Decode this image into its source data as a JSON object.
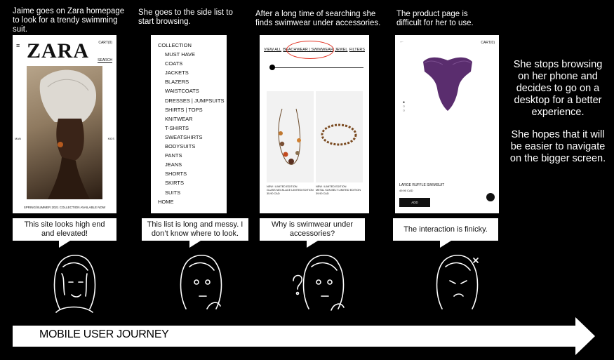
{
  "steps": [
    {
      "caption": "Jaime goes on Zara homepage to look for a trendy swimming suit.",
      "bubble": "This site looks high end and elevated!"
    },
    {
      "caption": "She goes to the side list to start browsing.",
      "bubble": "This list is long and messy. I don’t know where to look."
    },
    {
      "caption": "After a long time of searching she finds swimwear under accessories.",
      "bubble": "Why is swimwear under accessories?"
    },
    {
      "caption": "The product page is difficult for her to use.",
      "bubble": "The interaction is finicky."
    }
  ],
  "phone1": {
    "menu_icon": "hamburger-icon",
    "logo": "ZARA",
    "cart": "CART(0)",
    "search": "SEARCH",
    "nav_left": "MAN",
    "nav_right": "KIDS",
    "footer": "SPRING/SUMMER 2021 COLLECTION AVAILABLE NOW"
  },
  "phone2": {
    "items": [
      "COLLECTION",
      "MUST HAVE",
      "COATS",
      "JACKETS",
      "BLAZERS",
      "WAISTCOATS",
      "DRESSES | JUMPSUITS",
      "SHIRTS | TOPS",
      "KNITWEAR",
      "T-SHIRTS",
      "SWEATSHIRTS",
      "BODYSUITS",
      "PANTS",
      "JEANS",
      "SHORTS",
      "SKIRTS",
      "SUITS",
      "HOME"
    ]
  },
  "phone3": {
    "filters": [
      "VIEW ALL",
      "BEACHWEAR | SWIMWEAR",
      "JEWEL",
      "FILTERS"
    ],
    "products": [
      {
        "tag": "NEW / LIMITED EDITION",
        "name": "GLASS NECKLACE LIMITED EDITION",
        "price": "35.90 CAD"
      },
      {
        "tag": "NEW / LIMITED EDITION",
        "name": "METAL SUN BELT LIMITED EDITION",
        "price": "39.90 CAD"
      }
    ]
  },
  "phone4": {
    "back_icon": "back-arrow-icon",
    "cart": "CART(0)",
    "product_name": "LARGE RUFFLE SWIMSUIT",
    "price": "49.90 CAD",
    "add_button": "ADD",
    "colors": {
      "swimsuit": "#5a2d6e"
    }
  },
  "side_text": [
    "She stops browsing on her phone and decides to go on a desktop for a better experience.",
    "She hopes that it will be easier to navigate on the bigger screen."
  ],
  "journey_label": "MOBILE USER JOURNEY"
}
